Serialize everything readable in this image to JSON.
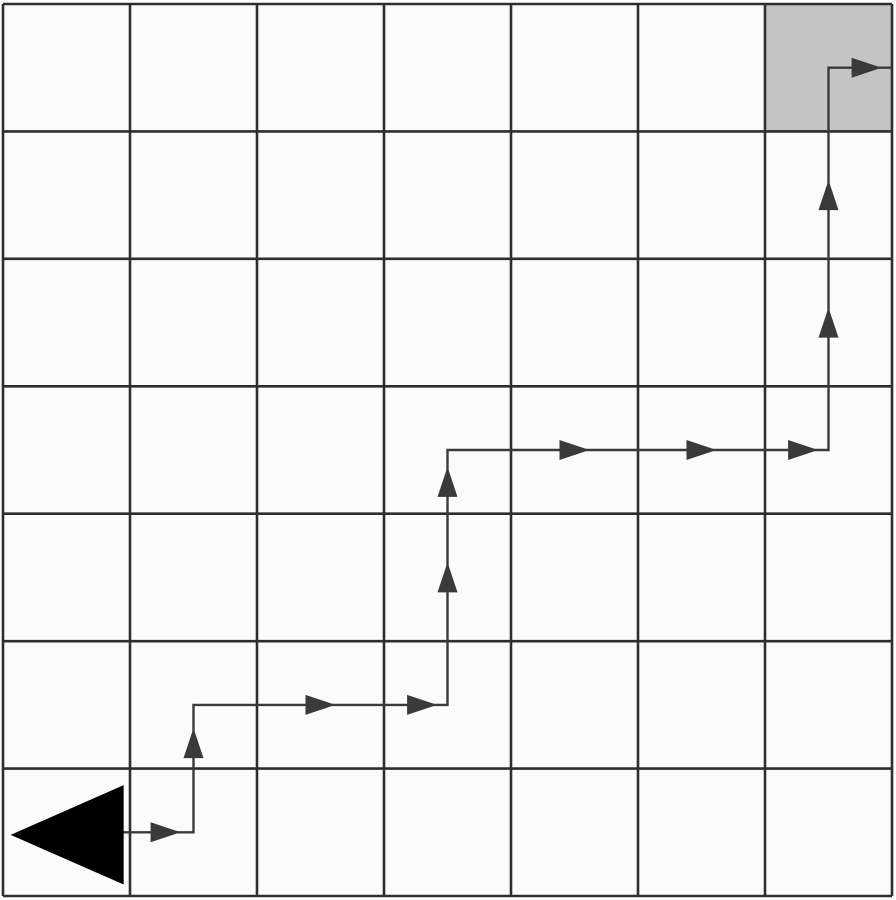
{
  "grid": {
    "rows": 7,
    "cols": 7,
    "cell_fill": "#fbfbfb",
    "line_color": "#2e2e2e",
    "goal_color": "#c4c4c4"
  },
  "start": {
    "row": 6,
    "col": 0,
    "direction": "left",
    "color": "#000000"
  },
  "goal": {
    "row": 0,
    "col": 6
  },
  "path": {
    "color": "#3a3a3a",
    "waypoints": [
      [
        0.9,
        6.5
      ],
      [
        1.5,
        6.5
      ],
      [
        1.5,
        5.5
      ],
      [
        3.5,
        5.5
      ],
      [
        3.5,
        3.5
      ],
      [
        6.5,
        3.5
      ],
      [
        6.5,
        0.5
      ],
      [
        7.0,
        0.5
      ]
    ],
    "arrows": [
      {
        "col": 1.28,
        "row": 6.5,
        "dir": "right"
      },
      {
        "col": 1.5,
        "row": 5.8,
        "dir": "up"
      },
      {
        "col": 2.5,
        "row": 5.5,
        "dir": "right"
      },
      {
        "col": 3.3,
        "row": 5.5,
        "dir": "right"
      },
      {
        "col": 3.5,
        "row": 4.5,
        "dir": "up"
      },
      {
        "col": 3.5,
        "row": 3.75,
        "dir": "up"
      },
      {
        "col": 4.5,
        "row": 3.5,
        "dir": "right"
      },
      {
        "col": 5.5,
        "row": 3.5,
        "dir": "right"
      },
      {
        "col": 6.3,
        "row": 3.5,
        "dir": "right"
      },
      {
        "col": 6.5,
        "row": 2.5,
        "dir": "up"
      },
      {
        "col": 6.5,
        "row": 1.5,
        "dir": "up"
      },
      {
        "col": 6.8,
        "row": 0.5,
        "dir": "right"
      }
    ]
  }
}
